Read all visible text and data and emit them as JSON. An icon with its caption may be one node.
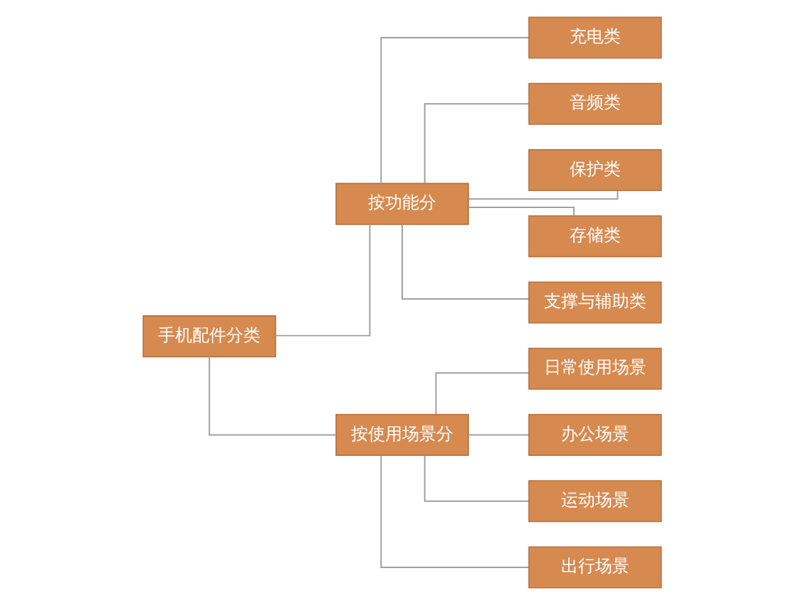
{
  "diagram": {
    "nodes": [
      {
        "text": [
          "手机配件分类"
        ]
      },
      {
        "text": [
          "按功能分"
        ]
      },
      {
        "text": [
          "按使用场景分"
        ]
      },
      {
        "text": [
          "充电类"
        ]
      },
      {
        "text": [
          "音频类"
        ]
      },
      {
        "text": [
          "保护类"
        ]
      },
      {
        "text": [
          "存储类"
        ]
      },
      {
        "text": [
          "支撑与辅助类"
        ]
      },
      {
        "text": [
          "日常使用场景"
        ]
      },
      {
        "text": [
          "办公场景"
        ]
      },
      {
        "text": [
          "运动场景"
        ]
      },
      {
        "text": [
          "出行场景"
        ]
      }
    ],
    "edges": [
      {
        "from": 0,
        "to": 1,
        "arrow": "none"
      },
      {
        "from": 0,
        "to": 2,
        "arrow": "none"
      },
      {
        "from": 1,
        "to": 3,
        "arrow": "none"
      },
      {
        "from": 1,
        "to": 4,
        "arrow": "none"
      },
      {
        "from": 1,
        "to": 5,
        "arrow": "none"
      },
      {
        "from": 1,
        "to": 6,
        "arrow": "none"
      },
      {
        "from": 1,
        "to": 7,
        "arrow": "none"
      },
      {
        "from": 2,
        "to": 8,
        "arrow": "none"
      },
      {
        "from": 2,
        "to": 9,
        "arrow": "none"
      },
      {
        "from": 2,
        "to": 10,
        "arrow": "none"
      },
      {
        "from": 2,
        "to": 11,
        "arrow": "none"
      }
    ]
  }
}
